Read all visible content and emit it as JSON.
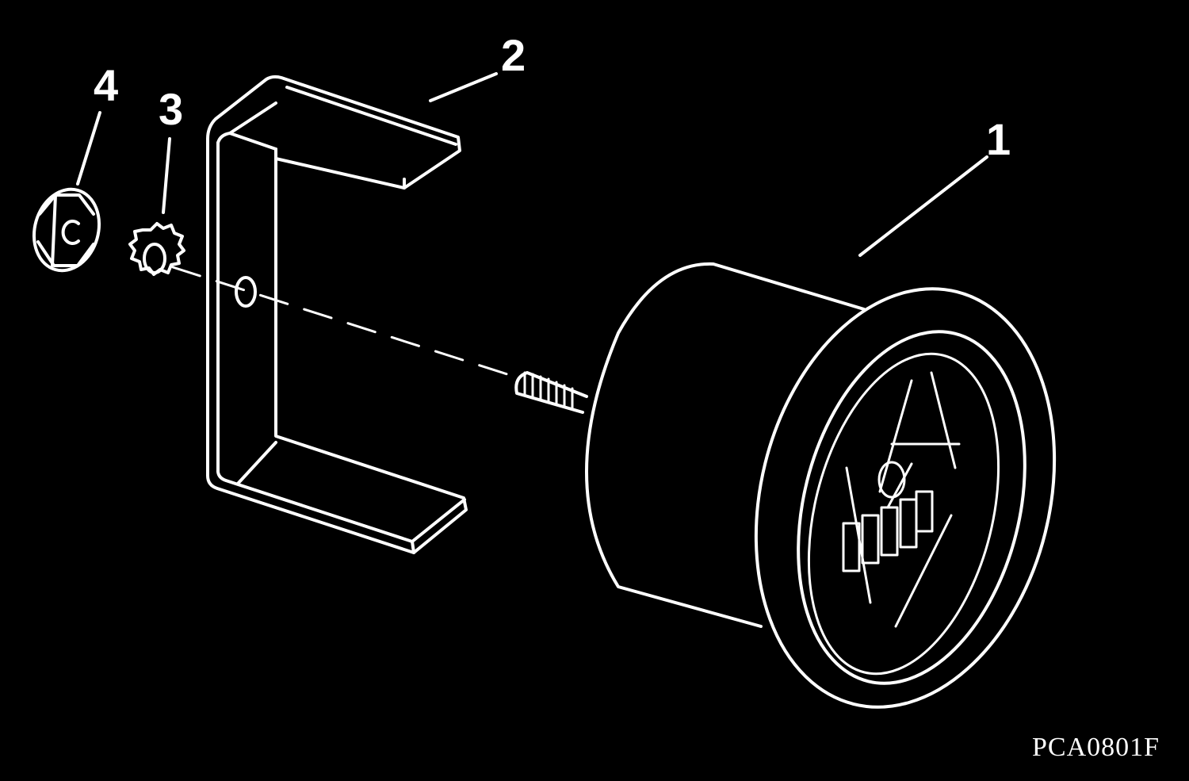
{
  "callouts": {
    "c1": "1",
    "c2": "2",
    "c3": "3",
    "c4": "4"
  },
  "figure_code": "PCA0801F",
  "colors": {
    "background": "#000000",
    "line": "#ffffff"
  },
  "parts": [
    {
      "callout": "1",
      "icon": "gauge-icon"
    },
    {
      "callout": "2",
      "icon": "mounting-bracket-icon"
    },
    {
      "callout": "3",
      "icon": "lock-washer-icon"
    },
    {
      "callout": "4",
      "icon": "hex-nut-icon"
    }
  ]
}
